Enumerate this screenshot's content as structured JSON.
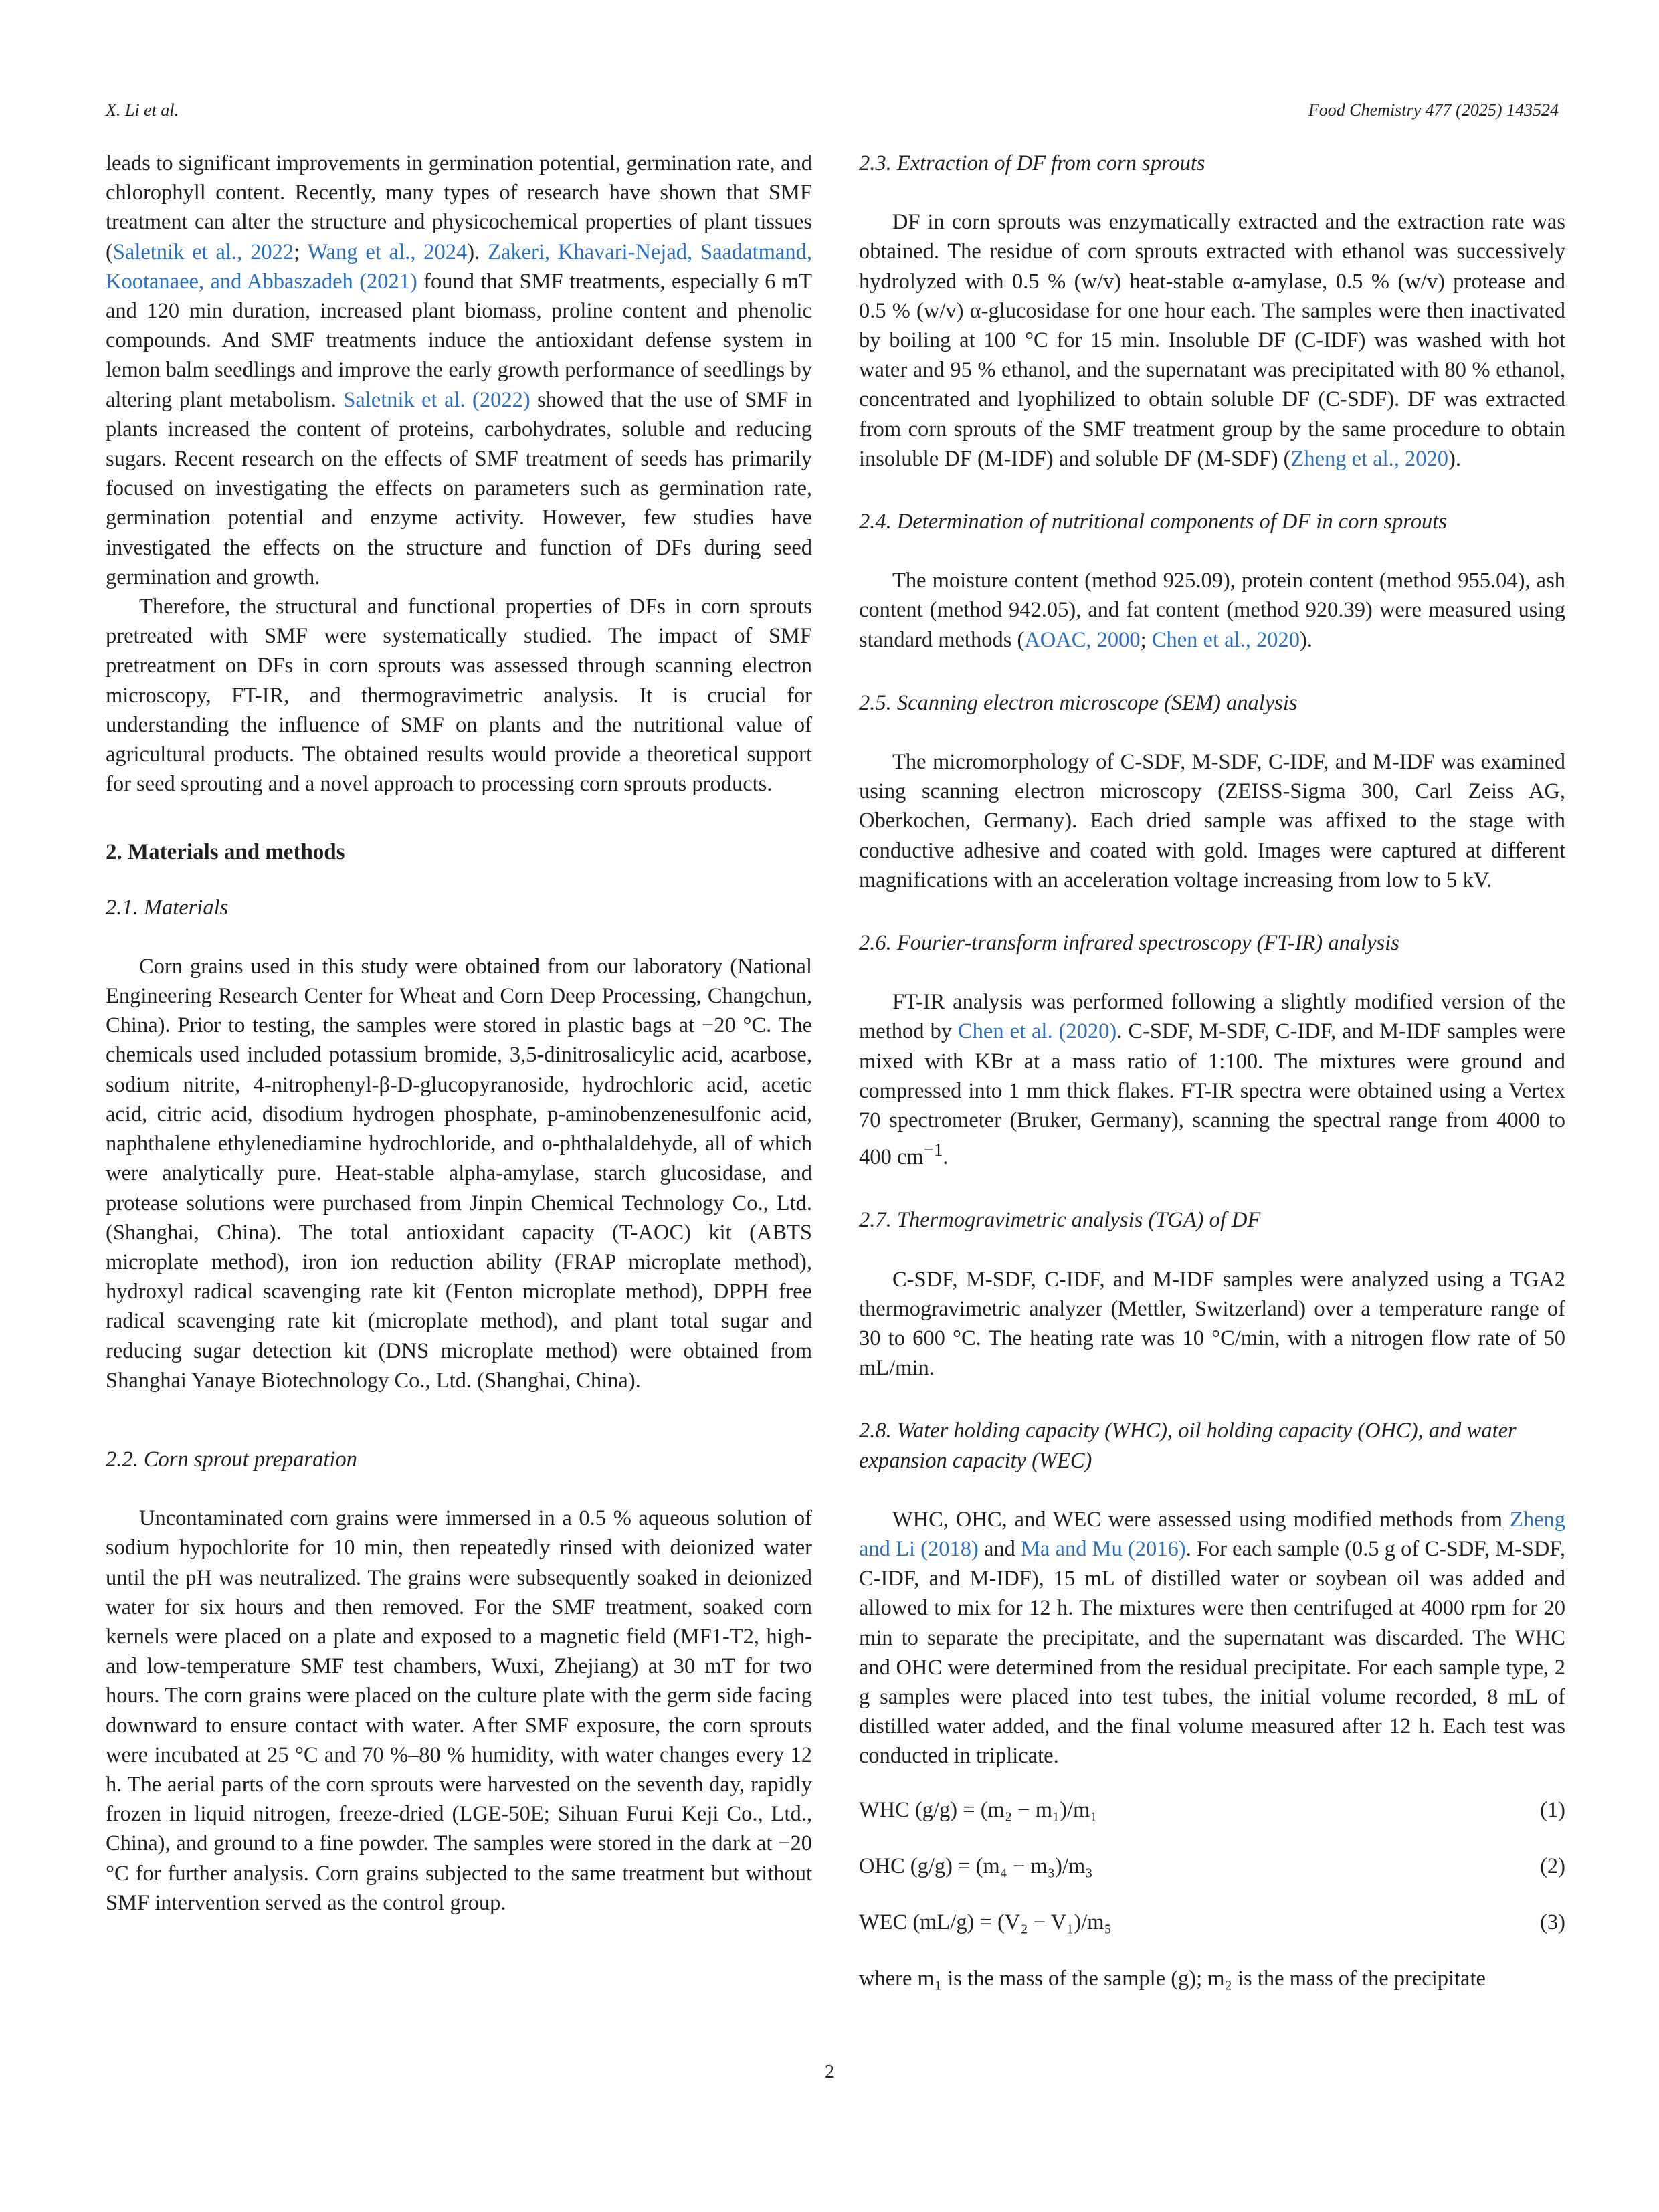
{
  "header": {
    "left": "X. Li et al.",
    "right": "Food Chemistry 477 (2025) 143524"
  },
  "left_col": {
    "p1": [
      "leads to significant improvements in germination potential, germination rate, and chlorophyll content. Recently, many types of research have shown that SMF treatment can alter the structure and physicochemical properties of plant tissues (",
      "Saletnik et al., 2022",
      "; ",
      "Wang et al., 2024",
      "). ",
      "Zakeri, Khavari-Nejad, Saadatmand, Kootanaee, and Abbaszadeh (2021)",
      " found that SMF treatments, especially 6 mT and 120 min duration, increased plant biomass, proline content and phenolic compounds. And SMF treatments induce the antioxidant defense system in lemon balm seedlings and improve the early growth performance of seedlings by altering plant metabolism. ",
      "Saletnik et al. (2022)",
      " showed that the use of SMF in plants increased the content of proteins, carbohydrates, soluble and reducing sugars. Recent research on the effects of SMF treatment of seeds has primarily focused on investigating the effects on parameters such as germination rate, germination potential and enzyme activity. However, few studies have investigated the effects on the structure and function of DFs during seed germination and growth."
    ],
    "p2": "Therefore, the structural and functional properties of DFs in corn sprouts pretreated with SMF were systematically studied. The impact of SMF pretreatment on DFs in corn sprouts was assessed through scanning electron microscopy, FT-IR, and thermogravimetric analysis. It is crucial for understanding the influence of SMF on plants and the nutritional value of agricultural products. The obtained results would provide a theoretical support for seed sprouting and a novel approach to processing corn sprouts products.",
    "sec2": "2.  Materials and methods",
    "sub21": "2.1.  Materials",
    "p21": "Corn grains used in this study were obtained from our laboratory (National Engineering Research Center for Wheat and Corn Deep Processing, Changchun, China). Prior to testing, the samples were stored in plastic bags at −20 °C. The chemicals used included potassium bromide, 3,5-dinitrosalicylic acid, acarbose, sodium nitrite, 4-nitrophenyl-β-D-glucopyranoside, hydrochloric acid, acetic acid, citric acid, disodium hydrogen phosphate, p-aminobenzenesulfonic acid, naphthalene ethylenediamine hydrochloride, and o-phthalaldehyde, all of which were analytically pure. Heat-stable alpha-amylase, starch glucosidase, and protease solutions were purchased from Jinpin Chemical Technology Co., Ltd. (Shanghai, China). The total antioxidant capacity (T-AOC) kit (ABTS microplate method), iron ion reduction ability (FRAP microplate method), hydroxyl radical scavenging rate kit (Fenton microplate method), DPPH free radical scavenging rate kit (microplate method), and plant total sugar and reducing sugar detection kit (DNS microplate method) were obtained from Shanghai Yanaye Biotechnology Co., Ltd. (Shanghai, China).",
    "sub22": "2.2.  Corn sprout preparation",
    "p22": "Uncontaminated corn grains were immersed in a 0.5 % aqueous solution of sodium hypochlorite for 10 min, then repeatedly rinsed with deionized water until the pH was neutralized. The grains were subsequently soaked in deionized water for six hours and then removed. For the SMF treatment, soaked corn kernels were placed on a plate and exposed to a magnetic field (MF1-T2, high- and low-temperature SMF test chambers, Wuxi, Zhejiang) at 30 mT for two hours. The corn grains were placed on the culture plate with the germ side facing downward to ensure contact with water. After SMF exposure, the corn sprouts were incubated at 25 °C and 70 %–80 % humidity, with water changes every 12 h. The aerial parts of the corn sprouts were harvested on the seventh day, rapidly frozen in liquid nitrogen, freeze-dried (LGE-50E; Sihuan Furui Keji Co., Ltd., China), and ground to a fine powder. The samples were stored in the dark at −20 °C for further analysis. Corn grains subjected to the same treatment but without SMF intervention served as the control group."
  },
  "right_col": {
    "sub23": "2.3.  Extraction of DF from corn sprouts",
    "p23": [
      "DF in corn sprouts was enzymatically extracted and the extraction rate was obtained. The residue of corn sprouts extracted with ethanol was successively hydrolyzed with 0.5 % (w/v) heat-stable α-amylase, 0.5 % (w/v) protease and 0.5 % (w/v) α-glucosidase for one hour each. The samples were then inactivated by boiling at 100 °C for 15 min. Insoluble DF (C-IDF) was washed with hot water and 95 % ethanol, and the supernatant was precipitated with 80 % ethanol, concentrated and lyophilized to obtain soluble DF (C-SDF). DF was extracted from corn sprouts of the SMF treatment group by the same procedure to obtain insoluble DF (M-IDF) and soluble DF (M-SDF) (",
      "Zheng et al., 2020",
      ")."
    ],
    "sub24": "2.4.  Determination of nutritional components of DF in corn sprouts",
    "p24": [
      "The moisture content (method 925.09), protein content (method 955.04), ash content (method 942.05), and fat content (method 920.39) were measured using standard methods (",
      "AOAC, 2000",
      "; ",
      "Chen et al., 2020",
      ")."
    ],
    "sub25": "2.5.  Scanning electron microscope (SEM) analysis",
    "p25": "The micromorphology of C-SDF, M-SDF, C-IDF, and M-IDF was examined using scanning electron microscopy (ZEISS-Sigma 300, Carl Zeiss AG, Oberkochen, Germany). Each dried sample was affixed to the stage with conductive adhesive and coated with gold. Images were captured at different magnifications with an acceleration voltage increasing from low to 5 kV.",
    "sub26": "2.6.  Fourier-transform infrared spectroscopy (FT-IR) analysis",
    "p26": [
      "FT-IR analysis was performed following a slightly modified version of the method by ",
      "Chen et al. (2020)",
      ". C-SDF, M-SDF, C-IDF, and M-IDF samples were mixed with KBr at a mass ratio of 1:100. The mixtures were ground and compressed into 1 mm thick flakes. FT-IR spectra were obtained using a Vertex 70 spectrometer (Bruker, Germany), scanning the spectral range from 4000 to 400 cm",
      "−1",
      "."
    ],
    "sub27": "2.7.  Thermogravimetric analysis (TGA) of DF",
    "p27": "C-SDF, M-SDF, C-IDF, and M-IDF samples were analyzed using a TGA2 thermogravimetric analyzer (Mettler, Switzerland) over a temperature range of 30 to 600 °C. The heating rate was 10 °C/min, with a nitrogen flow rate of 50 mL/min.",
    "sub28": "2.8.  Water holding capacity (WHC), oil holding capacity (OHC), and water expansion capacity (WEC)",
    "p28": [
      "WHC, OHC, and WEC were assessed using modified methods from ",
      "Zheng and Li (2018)",
      " and ",
      "Ma and Mu (2016)",
      ". For each sample (0.5 g of C-SDF, M-SDF, C-IDF, and M-IDF), 15 mL of distilled water or soybean oil was added and allowed to mix for 12 h. The mixtures were then centrifuged at 4000 rpm for 20 min to separate the precipitate, and the supernatant was discarded. The WHC and OHC were determined from the residual precipitate. For each sample type, 2 g samples were placed into test tubes, the initial volume recorded, 8 mL of distilled water added, and the final volume measured after 12 h. Each test was conducted in triplicate."
    ],
    "equations": [
      {
        "lhs": "WHC (g/g) = (m₂ − m₁)/m₁",
        "num": "(1)"
      },
      {
        "lhs": "OHC (g/g) = (m₄ − m₃)/m₃",
        "num": "(2)"
      },
      {
        "lhs": "WEC (mL/g) = (V₂ − V₁)/m₅",
        "num": "(3)"
      }
    ],
    "p_last": "where m₁ is the mass of the sample (g); m₂ is the mass of the precipitate"
  },
  "page_number": "2"
}
